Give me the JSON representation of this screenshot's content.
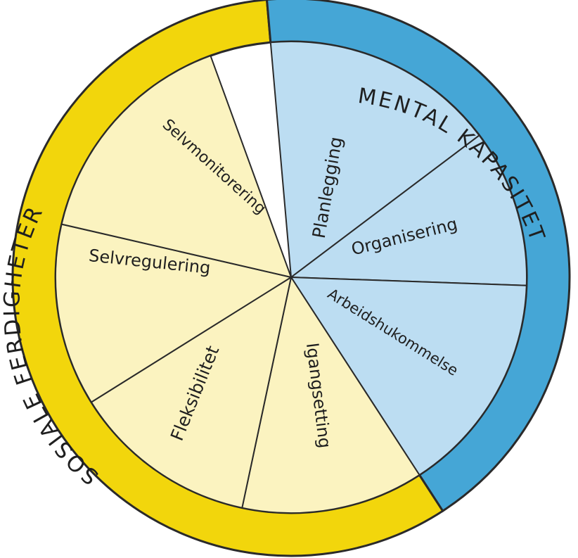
{
  "groups": {
    "social": {
      "label": "SOSIALE FERDIGHETER",
      "ring_color": "#F2D60C",
      "fill_color": "#FBF3C0"
    },
    "mental": {
      "label": "MENTAL KAPASITET",
      "ring_color": "#45A6D6",
      "fill_color": "#BCDDF2"
    }
  },
  "segments": [
    {
      "label": "Planlegging",
      "group": "mental"
    },
    {
      "label": "Organisering",
      "group": "mental"
    },
    {
      "label": "Arbeidshukommelse",
      "group": "mental"
    },
    {
      "label": "Igangsetting",
      "group": "social"
    },
    {
      "label": "Fleksibilitet",
      "group": "social"
    },
    {
      "label": "Selvregulering",
      "group": "social"
    },
    {
      "label": "Selvmonitorering",
      "group": "social"
    }
  ],
  "colors": {
    "outline": "#2a2a2a"
  }
}
